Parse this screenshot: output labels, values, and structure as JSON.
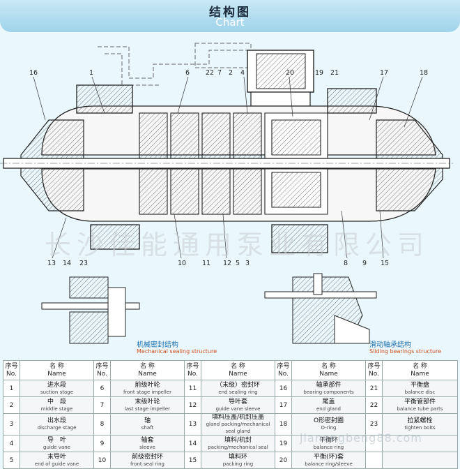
{
  "header": {
    "title_cn": "结构图",
    "title_en": "Chart"
  },
  "callouts_top": [
    "16",
    "1",
    "6",
    "22",
    "7",
    "2",
    "4",
    "20",
    "19",
    "21",
    "17",
    "18"
  ],
  "callouts_bottom": [
    "13",
    "14",
    "23",
    "10",
    "11",
    "12",
    "5",
    "3",
    "8",
    "9",
    "15"
  ],
  "sub_diagrams": {
    "mechanical_seal": {
      "label_cn": "机械密封结构",
      "label_en": "Mechanical sealing structure"
    },
    "sliding_bearing": {
      "label_cn": "滑动轴承结构",
      "label_en": "Sliding bearings structure"
    }
  },
  "watermark": "长沙佳能通用泵业有限公司",
  "footer_watermark": "jianengbeng88.com",
  "table": {
    "headers": {
      "no_cn": "序号",
      "no_en": "No.",
      "name_cn": "名  称",
      "name_en": "Name"
    },
    "columns": [
      [
        {
          "no": "1",
          "cn": "进水段",
          "en": "suction stage"
        },
        {
          "no": "2",
          "cn": "中　段",
          "en": "middle stage"
        },
        {
          "no": "3",
          "cn": "出水段",
          "en": "discharge stage"
        },
        {
          "no": "4",
          "cn": "导　叶",
          "en": "guide vane"
        },
        {
          "no": "5",
          "cn": "末导叶",
          "en": "end of guide vane"
        }
      ],
      [
        {
          "no": "6",
          "cn": "前级叶轮",
          "en": "front stage impeller"
        },
        {
          "no": "7",
          "cn": "末级叶轮",
          "en": "last stage impeller"
        },
        {
          "no": "8",
          "cn": "轴",
          "en": "shaft"
        },
        {
          "no": "9",
          "cn": "轴套",
          "en": "sleeve"
        },
        {
          "no": "10",
          "cn": "前级密封环",
          "en": "front seal ring"
        }
      ],
      [
        {
          "no": "11",
          "cn": "（末级）密封环",
          "en": "end sealing ring"
        },
        {
          "no": "12",
          "cn": "导叶套",
          "en": "guide vane sleeve"
        },
        {
          "no": "13",
          "cn": "填料压盖/机封压盖",
          "en": "gland packing/mechanical seal gland"
        },
        {
          "no": "14",
          "cn": "填料/机封",
          "en": "packing/mechanical seal"
        },
        {
          "no": "15",
          "cn": "填料环",
          "en": "packing ring"
        }
      ],
      [
        {
          "no": "16",
          "cn": "轴承部件",
          "en": "bearing components"
        },
        {
          "no": "17",
          "cn": "尾盖",
          "en": "end gland"
        },
        {
          "no": "18",
          "cn": "O形密封圈",
          "en": "O-ring"
        },
        {
          "no": "19",
          "cn": "平衡环",
          "en": "balance ring"
        },
        {
          "no": "20",
          "cn": "平衡(环)套",
          "en": "balance ring/sleeve"
        }
      ],
      [
        {
          "no": "21",
          "cn": "平衡盘",
          "en": "balance disc"
        },
        {
          "no": "22",
          "cn": "平衡管部件",
          "en": "balance tube parts"
        },
        {
          "no": "23",
          "cn": "拉紧螺栓",
          "en": "tighten bolts"
        },
        {
          "no": "",
          "cn": "",
          "en": ""
        },
        {
          "no": "",
          "cn": "",
          "en": ""
        }
      ]
    ]
  }
}
